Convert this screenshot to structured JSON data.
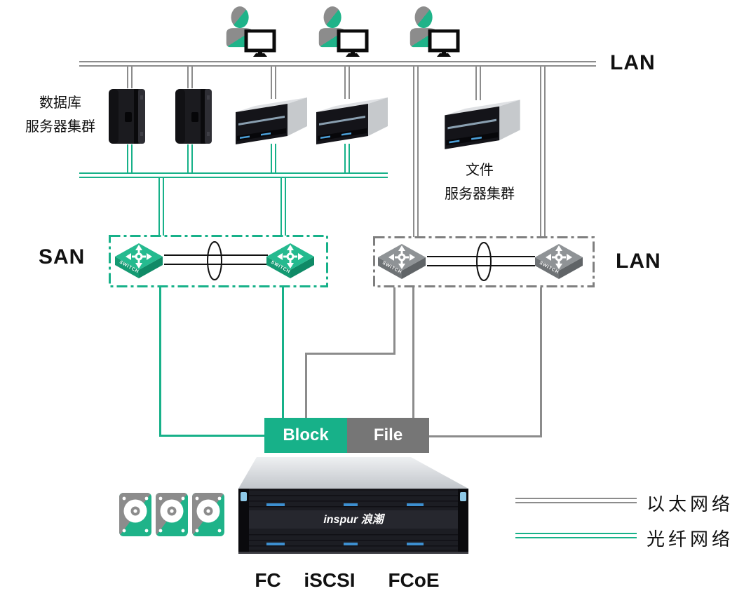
{
  "labels": {
    "lan_top": "LAN",
    "san": "SAN",
    "lan_right": "LAN",
    "db_cluster": [
      "数据库",
      "服务器集群"
    ],
    "file_cluster": [
      "文件",
      "服务器集群"
    ],
    "block": "Block",
    "file": "File",
    "switch": "SWITCH",
    "storage_brand": "inspur 浪潮",
    "protocols": [
      "FC",
      "iSCSI",
      "FCoE"
    ]
  },
  "legend": {
    "items": [
      {
        "label": "以太网络",
        "color": "#8c8c8c",
        "style": "double-line"
      },
      {
        "label": "光纤网络",
        "color": "#17b189",
        "style": "double-line"
      }
    ]
  },
  "colors": {
    "fiber_green": "#17b189",
    "ethernet_gray": "#8c8c8c",
    "san_border": "#17b189",
    "lan_border": "#7f7f7f",
    "block_fill": "#17b189",
    "file_fill": "#767676"
  }
}
